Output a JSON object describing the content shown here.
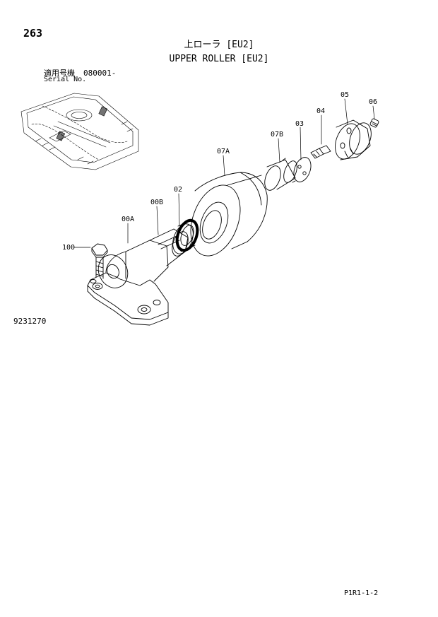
{
  "page_number": "263",
  "title_jp": "上ローラ [EU2]",
  "title_en": "UPPER ROLLER [EU2]",
  "serial": {
    "label_jp": "適用号機",
    "label_en": "Serial No.",
    "value": "080001-"
  },
  "figure_number": "9231270",
  "page_code": "P1R1-1-2",
  "parts": [
    {
      "ref": "100"
    },
    {
      "ref": "00A"
    },
    {
      "ref": "00B"
    },
    {
      "ref": "02"
    },
    {
      "ref": "07A"
    },
    {
      "ref": "07B"
    },
    {
      "ref": "03"
    },
    {
      "ref": "04"
    },
    {
      "ref": "05"
    },
    {
      "ref": "06"
    }
  ]
}
